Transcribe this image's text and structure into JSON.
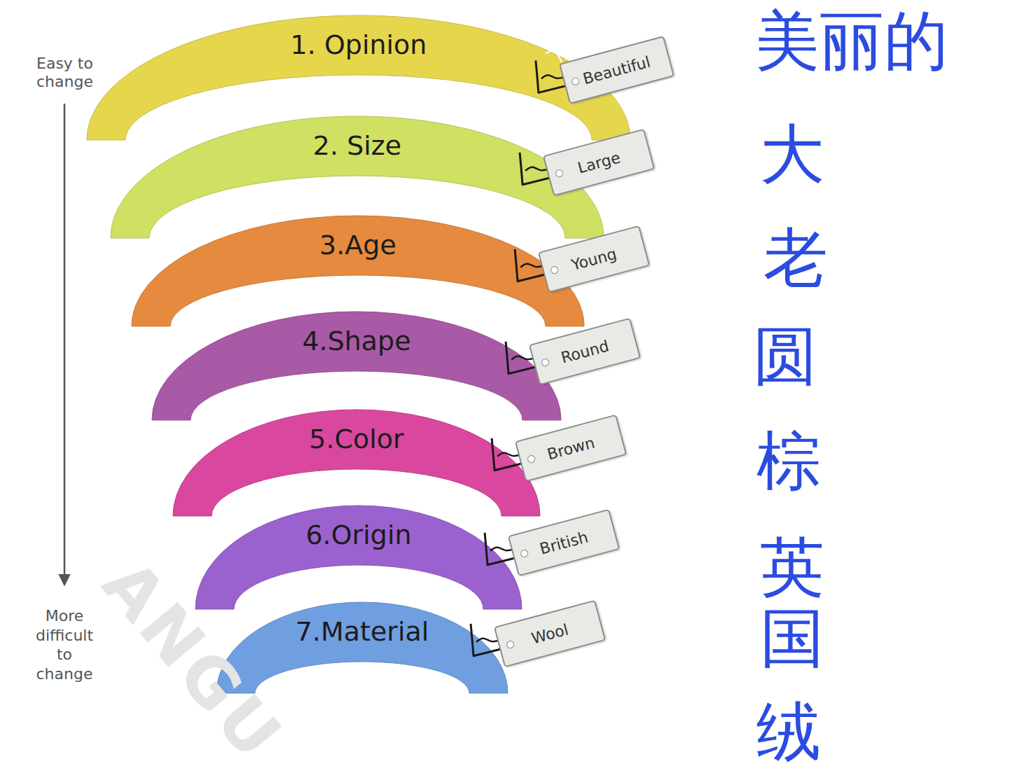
{
  "diagram": {
    "nodes": [
      {
        "text": [
          "1. Opinion"
        ]
      },
      {
        "text": [
          "2. Size"
        ]
      },
      {
        "text": [
          "3.Age"
        ]
      },
      {
        "text": [
          "4.Shape"
        ]
      },
      {
        "text": [
          "5.Color"
        ]
      },
      {
        "text": [
          "6.Origin"
        ]
      },
      {
        "text": [
          "7.Material"
        ]
      },
      {
        "text": [
          "Beautiful"
        ],
        "in": 0
      },
      {
        "text": [
          "Large"
        ],
        "in": 1
      },
      {
        "text": [
          "Young"
        ],
        "in": 2
      },
      {
        "text": [
          "Round"
        ],
        "in": 3
      },
      {
        "text": [
          "Brown"
        ],
        "in": 4
      },
      {
        "text": [
          "British"
        ],
        "in": 5
      },
      {
        "text": [
          "Wool"
        ],
        "in": 6
      }
    ],
    "labels": [
      "Easy to change",
      "More difficult to change",
      "美丽的",
      "大",
      "老",
      "圆",
      "棕",
      "英国",
      "绒",
      "ANGU"
    ]
  }
}
